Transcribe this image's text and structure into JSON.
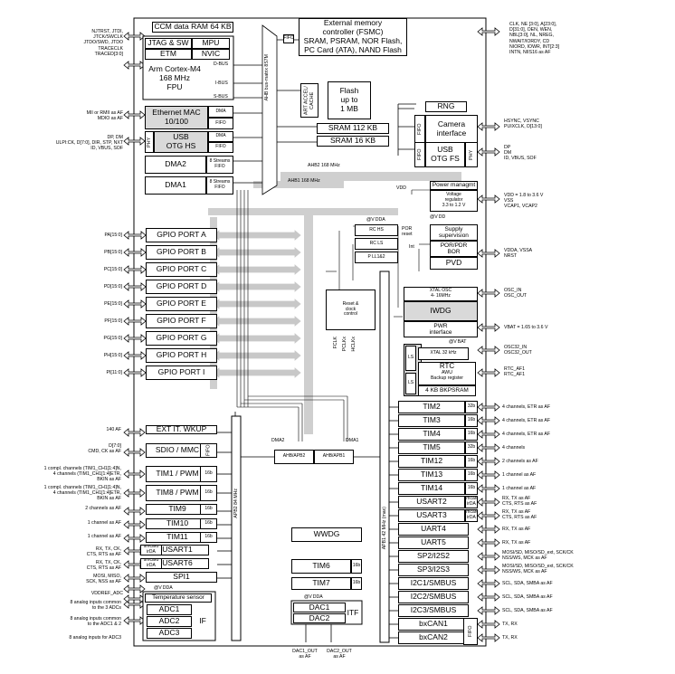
{
  "core": {
    "jtag": "JTAG & SW",
    "mpu": "MPU",
    "etm": "ETM",
    "nvic": "NVIC",
    "cpu": "Arm Cortex-M4\n168 MHz\nFPU",
    "dbus": "D-BUS",
    "ibus": "I-BUS",
    "sbus": "S-BUS"
  },
  "memory": {
    "ccm": "CCM data RAM 64 KB",
    "fsmc": "External memory\ncontroller (FSMC)\nSRAM, PSRAM, NOR Flash,\nPC Card (ATA), NAND Flash",
    "art": "ART ACCEL/\nCACHE",
    "flash": "Flash\nup to\n1 MB",
    "sram112": "SRAM 112 KB",
    "sram16": "SRAM 16 KB",
    "rng": "RNG"
  },
  "dma": {
    "ethernet": "Ethernet MAC\n10/100",
    "usb_hs": "USB\nOTG HS",
    "phy": "PHY",
    "dma_lbl": "DMA",
    "fifo_lbl": "FIFO",
    "dma2": "DMA2",
    "dma1": "DMA1",
    "streams": "8 Streams\nFIFO"
  },
  "ahb": {
    "matrix": "AHB bus-matrix 8S7M",
    "ahb2": "AHB2 168 MHz",
    "ahb1": "AHB1 168 MHz",
    "ahbapb2": "AHB/APB2",
    "ahbapb1": "AHB/APB1",
    "apb2": "APB2 84 MHz",
    "apb1": "APB1 42 MHz (max)",
    "dma2_lbl": "DMA2",
    "dma1_lbl": "DMA1"
  },
  "camera": {
    "name": "Camera\ninterface",
    "fifo": "FIFO"
  },
  "usb_fs": {
    "name": "USB\nOTG FS",
    "fifo": "FIFO",
    "phy": "PHY"
  },
  "power": {
    "mgmt": "Power managmt",
    "regulator": "Voltage\nregulator\n3.3 to 1.2 V",
    "supply": "Supply\nsupervision",
    "por": "POR/PDR\nBOR",
    "pvd": "PVD",
    "vdd": "VDD",
    "por_reset": "POR\nreset",
    "int": "Int",
    "vdda_lbl": "@V DDA",
    "vdd_lbl": "@V DD"
  },
  "clocks": {
    "rc_hs": "RC  HS",
    "rc_ls": "RC  LS",
    "pll": "P LL1&2",
    "rcc": "Reset &\nclock\ncontrol",
    "xtal_osc": "XTAL OSC\n4- 16MHz",
    "iwdg": "IWDG",
    "pwr": "PWR\ninterface",
    "xtal32": "XTAL 32 kHz",
    "vbat_lbl": "@V BAT",
    "fclk": "FCLK",
    "pclks": "PCLKx",
    "hclks": "HCLKx"
  },
  "rtc": {
    "ls1": "LS",
    "ls2": "LS",
    "name": "RTC",
    "awu": "AWU",
    "backup": "Backup register",
    "bkpsram": "4 KB BKPSRAM"
  },
  "gpio": [
    "GPIO PORT A",
    "GPIO PORT B",
    "GPIO PORT C",
    "GPIO PORT D",
    "GPIO PORT E",
    "GPIO PORT F",
    "GPIO PORT G",
    "GPIO PORT H",
    "GPIO PORT I"
  ],
  "gpio_pins": [
    "PA[15:0]",
    "PB[15:0]",
    "PC[15:0]",
    "PD[15:0]",
    "PE[15:0]",
    "PF[15:0]",
    "PG[15:0]",
    "PH[15:0]",
    "PI[11:0]"
  ],
  "left_periph": [
    {
      "name": "EXT IT. WKUP"
    },
    {
      "name": "SDIO / MMC",
      "tag": "FIFO"
    },
    {
      "name": "TIM1 / PWM",
      "tag": "16b"
    },
    {
      "name": "TIM8 / PWM",
      "tag": "16b"
    },
    {
      "name": "TIM9",
      "tag": "16b"
    },
    {
      "name": "TIM10",
      "tag": "16b"
    },
    {
      "name": "TIM11",
      "tag": "16b"
    },
    {
      "name": "USART1",
      "tag": "smcard\nirDA"
    },
    {
      "name": "USART6",
      "tag": "smcard\nirDA"
    },
    {
      "name": "SPI1"
    }
  ],
  "left_pins": [
    "140 AF",
    "D[7:0]\nCMD, CK as AF",
    "1 compl. channels (TIM1_CH1[1:4]N,\n4 channels (TIM1_CH1[1:4]ETR,\nBKIN as AF",
    "1 compl. channels (TIM1_CH1[1:4]N,\n4 channels (TIM1_CH1[1:4]ETR,\nBKIN as AF",
    "2 channels as AF",
    "1 channel as AF",
    "1 channel as AF",
    "RX, TX, CK,\nCTS, RTS as AF",
    "RX, TX, CK,\nCTS, RTS as AF",
    "MOSI, MISO,\nSCK, NSS as AF"
  ],
  "adc": {
    "temp": "Temperature sensor",
    "adc1": "ADC1",
    "adc2": "ADC2",
    "adc3": "ADC3",
    "if": "IF",
    "vdda_lbl": "@V DDA",
    "vddref": "VDDREF_ADC",
    "in1": "8 analog inputs common\nto the 3 ADCs",
    "in2": "8 analog inputs common\nto the ADC1 & 2",
    "in3": "8 analog inputs for ADC3"
  },
  "apb1_mid": {
    "wwdg": "WWDG",
    "tim6": "TIM6",
    "tim7": "TIM7",
    "tag": "16b",
    "dac1": "DAC1",
    "dac2": "DAC2",
    "itf": "ITF",
    "dac1_out": "DAC1_OUT\nas AF",
    "dac2_out": "DAC2_OUT\nas AF",
    "vdda_lbl": "@V DDA"
  },
  "right_periph": [
    {
      "name": "TIM2",
      "tag": "32b"
    },
    {
      "name": "TIM3",
      "tag": "16b"
    },
    {
      "name": "TIM4",
      "tag": "16b"
    },
    {
      "name": "TIM5",
      "tag": "32b"
    },
    {
      "name": "TIM12",
      "tag": "16b"
    },
    {
      "name": "TIM13",
      "tag": "16b"
    },
    {
      "name": "TIM14",
      "tag": "16b"
    },
    {
      "name": "USART2",
      "tag": "smcard\nirDA"
    },
    {
      "name": "USART3",
      "tag": "smcard\nirDA"
    },
    {
      "name": "UART4"
    },
    {
      "name": "UART5"
    },
    {
      "name": "SP2/I2S2"
    },
    {
      "name": "SP3/I2S3"
    },
    {
      "name": "I2C1/SMBUS"
    },
    {
      "name": "I2C2/SMBUS"
    },
    {
      "name": "I2C3/SMBUS"
    },
    {
      "name": "bxCAN1"
    },
    {
      "name": "bxCAN2"
    }
  ],
  "right_pins": [
    "4 channels, ETR as AF",
    "4 channels, ETR as AF",
    "4 channels, ETR as AF",
    "4 channels",
    "2 channels as AF",
    "1 channel as AF",
    "1 channel as AF",
    "RX, TX as AF\nCTS, RTS as AF",
    "RX, TX as AF\nCTS, RTS as AF",
    "RX, TX as AF",
    "RX, TX as AF",
    "MOSI/SD, MISO/SD_ext, SCK/CK\nNSS/WS, MCK as AF",
    "MOSI/SD, MISO/SD_ext, SCK/CK\nNSS/WS, MCK as AF",
    "SCL, SDA, SMBA as AF",
    "SCL, SDA, SMBA as AF",
    "SCL, SDA, SMBA as AF",
    "TX, RX",
    "TX, RX"
  ],
  "fifo_tag": "FIFO",
  "ext_pins": {
    "jtag": "NJTRST, JTDI,\nJTCK/SWCLK\nJTDO/SWD, JTDO\nTRACECLK\nTRACED[3:0]",
    "eth": "MII or RMII as AF\nMDIO as AF",
    "usbhs": "DP, DM\nULPI:CK, D[7:0], DIR, STP, NXT\nID, VBUS, SOF",
    "fsmc": "CLK, NE [3:0], A[23:0],\nD[31:0], OEN, WEN,\nNBL[3:0], NL, NREG,\nNWAIT/IORDY, CD\nNIORD, IOWR, INT[2:3]\nINTN, NIIS16 as AF",
    "camera": "HSYNC, VSYNC\nPUIXCLK, D[13:0]",
    "usbfs": "DP\nDM\nID, VBUS, SOF",
    "vdd": "VDD = 1.8 to 3.6 V\nVSS\nVCAP1, VCAP2",
    "vdda": "VDDA, VSSA\nNRST",
    "osc": "OSC_IN\nOSC_OUT",
    "vbat": "VBAT = 1.65 to 3.6 V",
    "osc32": "OSC32_IN\nOSC32_OUT",
    "rtcaf": "RTC_AF1\nRTC_AF1"
  }
}
